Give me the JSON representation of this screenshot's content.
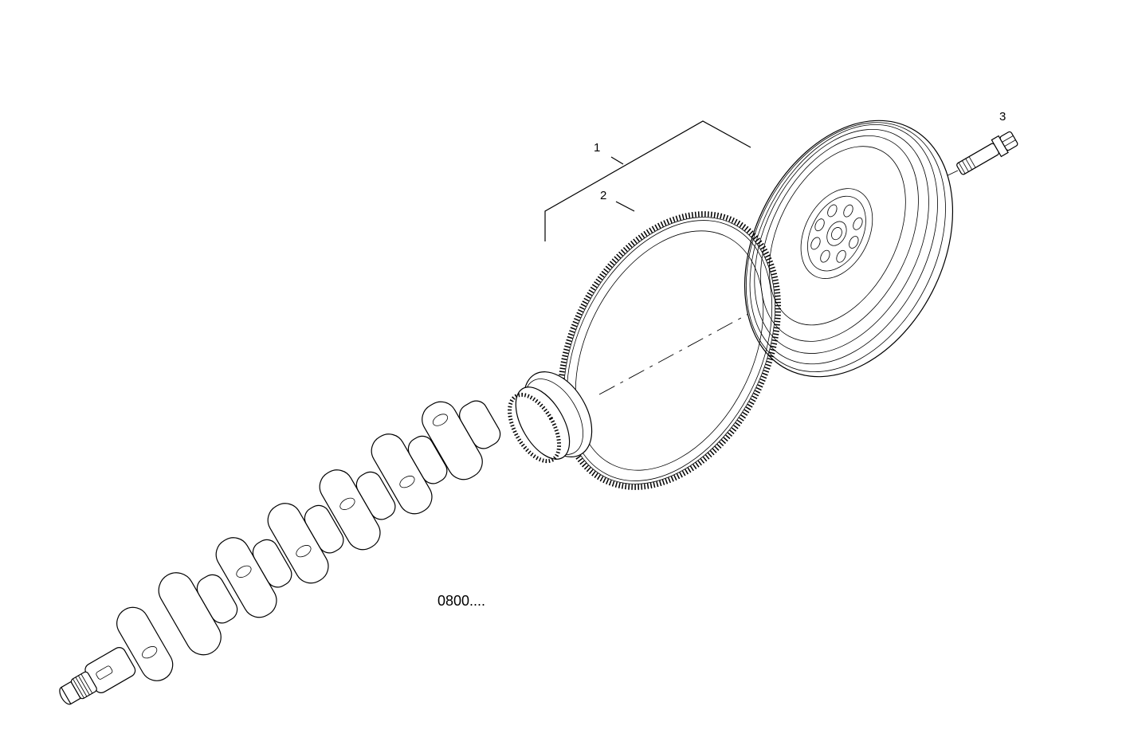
{
  "callouts": {
    "part_1": "1",
    "part_2": "2",
    "part_3": "3"
  },
  "reference_code": "0800....",
  "colors": {
    "line": "#000000",
    "background": "#ffffff"
  }
}
